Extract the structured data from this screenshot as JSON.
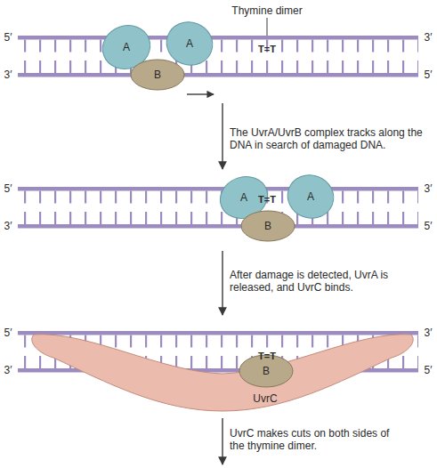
{
  "diagram": {
    "nodes": [
      {
        "text": [
          "A"
        ]
      },
      {
        "text": [
          "B"
        ]
      },
      {
        "text": [
          "A"
        ]
      },
      {
        "text": [
          "A"
        ]
      },
      {
        "text": [
          "B"
        ]
      },
      {
        "text": [
          "A"
        ]
      },
      {
        "text": [
          "B"
        ]
      },
      {
        "text": [
          "UvrC"
        ]
      }
    ],
    "labels": [
      "Thymine dimer",
      "5′",
      "3′",
      "T=T",
      "3′",
      "5′",
      "The UvrA/UvrB complex tracks along the DNA in search of damaged DNA.",
      "5′",
      "3′",
      "T=T",
      "3′",
      "5′",
      "After damage is detected, UvrA is released, and UvrC binds.",
      "5′",
      "3′",
      "T=T",
      "3′",
      "5′",
      "UvrC makes cuts on both sides of the thymine dimer."
    ]
  }
}
